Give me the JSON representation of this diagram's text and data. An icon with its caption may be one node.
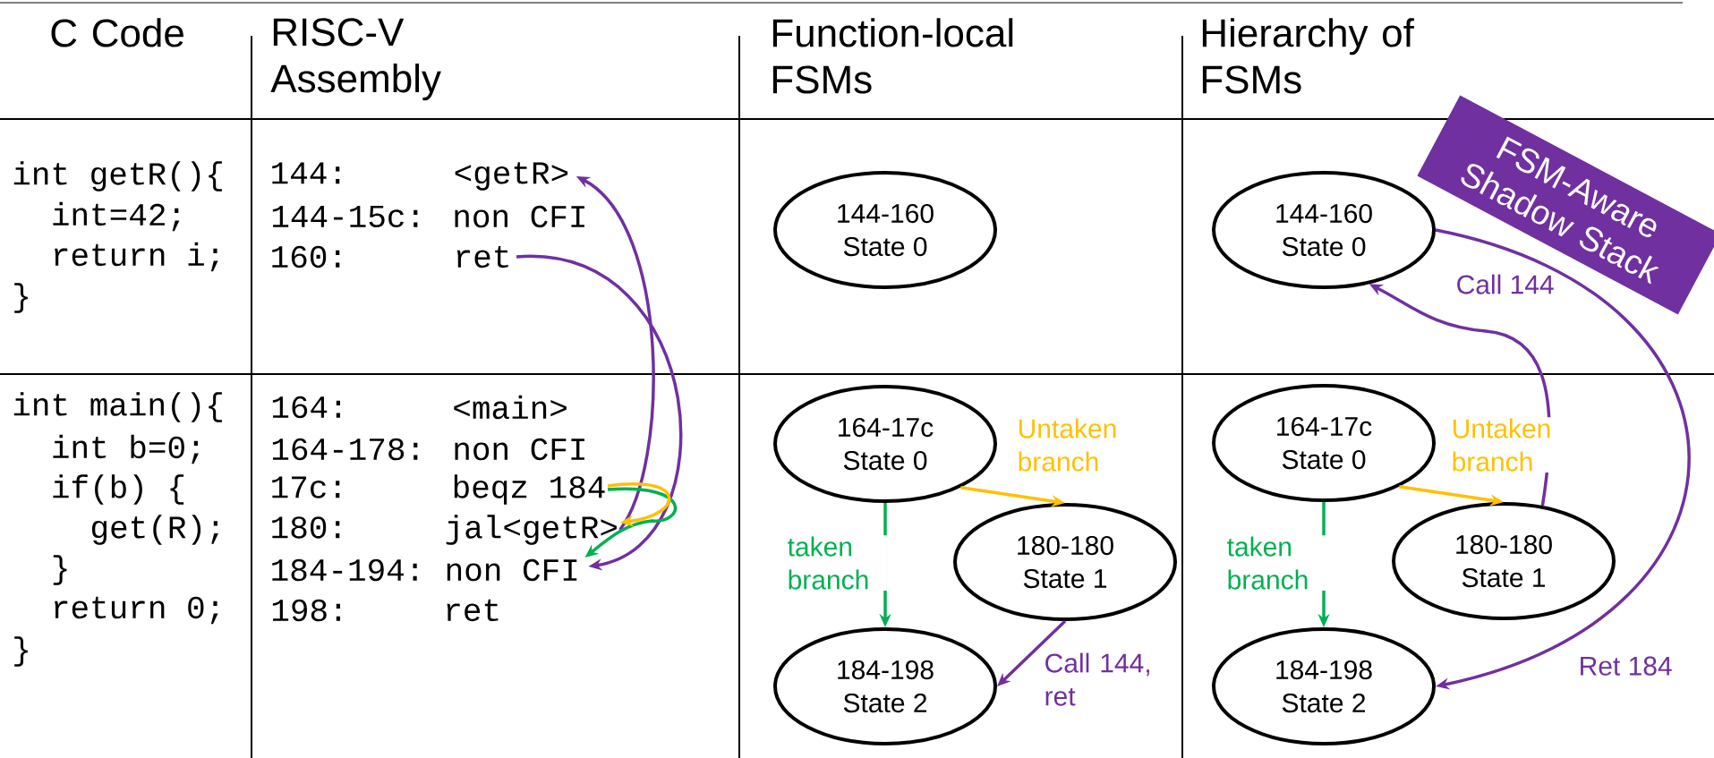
{
  "diagram": {
    "nodes": [
      {
        "text": [
          "144:",
          "<getR>"
        ]
      },
      {
        "text": [
          "160:",
          "ret"
        ]
      },
      {
        "text": [
          "17c:",
          "beqz 184"
        ]
      },
      {
        "text": [
          "180:",
          "jal<getR>"
        ]
      },
      {
        "text": [
          "184-194:",
          "non CFI"
        ]
      },
      {
        "text": [
          "144-160",
          "State 0"
        ]
      },
      {
        "text": [
          "164-17c",
          "State 0"
        ]
      },
      {
        "text": [
          "180-180",
          "State 1"
        ]
      },
      {
        "text": [
          "184-198",
          "State 2"
        ]
      },
      {
        "text": [
          "FSM-Aware Shadow Stack"
        ]
      },
      {
        "text": [
          "144-160",
          "State 0"
        ]
      },
      {
        "text": [
          "164-17c",
          "State 0"
        ]
      },
      {
        "text": [
          "180-180",
          "State 1"
        ]
      },
      {
        "text": [
          "184-198",
          "State 2"
        ]
      }
    ],
    "edges": [
      {
        "from": 3,
        "to": 0,
        "arrow": "to",
        "color": "#7030a0"
      },
      {
        "from": 1,
        "to": 4,
        "arrow": "to",
        "color": "#7030a0"
      },
      {
        "from": 2,
        "to": 4,
        "arrow": "to",
        "color": "#00b050"
      },
      {
        "from": 2,
        "to": 3,
        "arrow": "to",
        "color": "#ffc000"
      },
      {
        "from": 6,
        "to": 7,
        "label": "Untaken branch",
        "arrow": "to",
        "color": "#ffc000"
      },
      {
        "from": 6,
        "to": 8,
        "label": "taken branch",
        "arrow": "to",
        "color": "#00b050"
      },
      {
        "from": 7,
        "to": 8,
        "label": "Call 144, ret",
        "arrow": "to",
        "color": "#7030a0"
      },
      {
        "from": 11,
        "to": 12,
        "label": "Untaken branch",
        "arrow": "to",
        "color": "#ffc000"
      },
      {
        "from": 11,
        "to": 13,
        "label": "taken branch",
        "arrow": "to",
        "color": "#00b050"
      },
      {
        "from": 12,
        "to": 10,
        "label": "Call 144",
        "arrow": "to",
        "color": "#7030a0"
      },
      {
        "from": 10,
        "to": 13,
        "label": "Ret 184",
        "arrow": "to",
        "color": "#7030a0"
      }
    ],
    "labels": [
      "C Code",
      "RISC-V Assembly",
      "Function-local FSMs",
      "Hierarchy of FSMs",
      "int getR(){",
      "int=42;",
      "return i;",
      "}",
      "144-15c:",
      "non CFI",
      "int main(){",
      "int b=0;",
      "if(b) {",
      "get(R);",
      "}",
      "return 0;",
      "}",
      "164:",
      "<main>",
      "164-178:",
      "non CFI",
      "198:",
      "ret"
    ]
  }
}
